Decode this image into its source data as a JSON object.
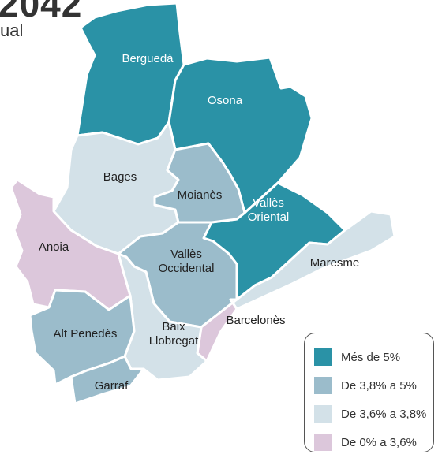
{
  "title": {
    "number": "2042",
    "subtitle": "ual"
  },
  "colors": {
    "high": "#2a92a6",
    "mid": "#9bbccb",
    "low": "#d3e1e8",
    "lowest": "#dcc7db",
    "border": "#ffffff"
  },
  "regions": [
    {
      "id": "bergueda",
      "label": [
        "Berguedà"
      ],
      "category": "high",
      "label_color": "#ffffff"
    },
    {
      "id": "osona",
      "label": [
        "Osona"
      ],
      "category": "high",
      "label_color": "#ffffff"
    },
    {
      "id": "valles-oriental",
      "label": [
        "Vallès",
        "Oriental"
      ],
      "category": "high",
      "label_color": "#ffffff"
    },
    {
      "id": "bages",
      "label": [
        "Bages"
      ],
      "category": "low",
      "label_color": "#222222"
    },
    {
      "id": "moianes",
      "label": [
        "Moianès"
      ],
      "category": "mid",
      "label_color": "#222222"
    },
    {
      "id": "anoia",
      "label": [
        "Anoia"
      ],
      "category": "lowest",
      "label_color": "#222222"
    },
    {
      "id": "valles-occidental",
      "label": [
        "Vallès",
        "Occidental"
      ],
      "category": "mid",
      "label_color": "#222222"
    },
    {
      "id": "maresme",
      "label": [
        "Maresme"
      ],
      "category": "low",
      "label_color": "#222222"
    },
    {
      "id": "barcelones",
      "label": [
        "Barcelonès"
      ],
      "category": "lowest",
      "label_color": "#222222"
    },
    {
      "id": "baix-llobregat",
      "label": [
        "Baix",
        "Llobregat"
      ],
      "category": "low",
      "label_color": "#222222"
    },
    {
      "id": "alt-penedes",
      "label": [
        "Alt Penedès"
      ],
      "category": "mid",
      "label_color": "#222222"
    },
    {
      "id": "garraf",
      "label": [
        "Garraf"
      ],
      "category": "mid",
      "label_color": "#222222"
    }
  ],
  "legend": [
    {
      "label": "Més de 5%",
      "category": "high"
    },
    {
      "label": "De 3,8% a 5%",
      "category": "mid"
    },
    {
      "label": "De 3,6% a 3,8%",
      "category": "low"
    },
    {
      "label": "De 0% a 3,6%",
      "category": "lowest"
    }
  ]
}
